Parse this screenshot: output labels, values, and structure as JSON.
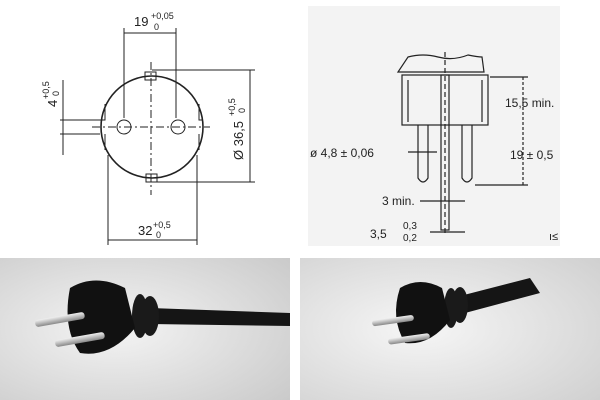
{
  "front_view_drawing": {
    "pin_spacing": {
      "value": "19",
      "tol_upper": "+0,05",
      "tol_lower": "0"
    },
    "slot_width": {
      "value": "4",
      "tol_upper": "+0,5",
      "tol_lower": "0"
    },
    "diameter": {
      "value": "Ø 36,5",
      "tol_upper": "+0,5",
      "tol_lower": "0"
    },
    "body_width": {
      "value": "32",
      "tol_upper": "+0,5",
      "tol_lower": "0"
    }
  },
  "side_view_drawing": {
    "body_depth": "15,5 min.",
    "pin_diameter": "ø 4,8 ± 0,06",
    "pin_length": "19 ± 0,5",
    "earth_min": "3 min.",
    "earth_width": "3,5",
    "earth_tol_upper": "0,3",
    "earth_tol_lower": "0,2",
    "edge_mark": "ı≤"
  },
  "photos": [
    {
      "subject": "plug-photo-left"
    },
    {
      "subject": "plug-photo-right"
    }
  ],
  "colors": {
    "line": "#222222",
    "plug": "#151515",
    "pin": "#c8c8c8",
    "photo_bg": "#e4e4e4"
  }
}
